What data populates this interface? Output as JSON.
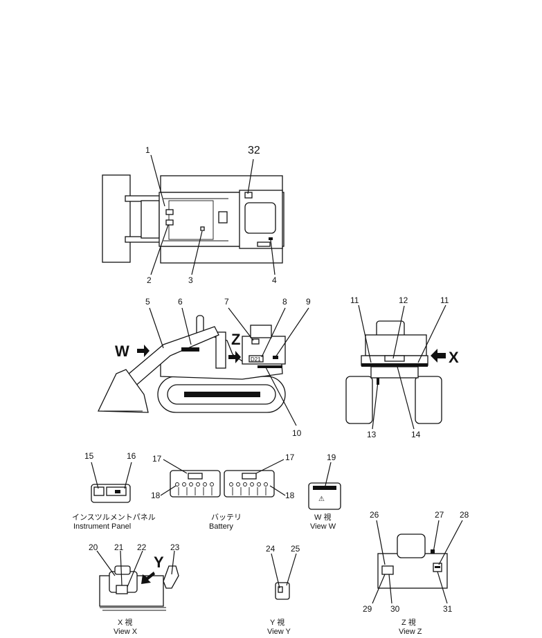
{
  "callouts": {
    "c1": "1",
    "c2": "2",
    "c3": "3",
    "c4": "4",
    "c5": "5",
    "c6": "6",
    "c7": "7",
    "c8": "8",
    "c9": "9",
    "c10": "10",
    "c11a": "11",
    "c11b": "11",
    "c12": "12",
    "c13": "13",
    "c14": "14",
    "c15": "15",
    "c16": "16",
    "c17a": "17",
    "c17b": "17",
    "c18a": "18",
    "c18b": "18",
    "c19": "19",
    "c20": "20",
    "c21": "21",
    "c22": "22",
    "c23": "23",
    "c24": "24",
    "c25": "25",
    "c26": "26",
    "c27": "27",
    "c28": "28",
    "c29": "29",
    "c30": "30",
    "c31": "31",
    "c32": "32"
  },
  "view_markers": {
    "w": "W",
    "z": "Z",
    "x": "X",
    "y": "Y"
  },
  "decal_text": {
    "d21": "D21"
  },
  "captions": {
    "instrument_panel_jp": "インスツルメントパネル",
    "instrument_panel_en": "Instrument Panel",
    "battery_jp": "バッテリ",
    "battery_en": "Battery",
    "view_w_jp": "W 視",
    "view_w_en": "View W",
    "view_x_jp": "X 視",
    "view_x_en": "View X",
    "view_y_jp": "Y 視",
    "view_y_en": "View Y",
    "view_z_jp": "Z 視",
    "view_z_en": "View Z"
  }
}
